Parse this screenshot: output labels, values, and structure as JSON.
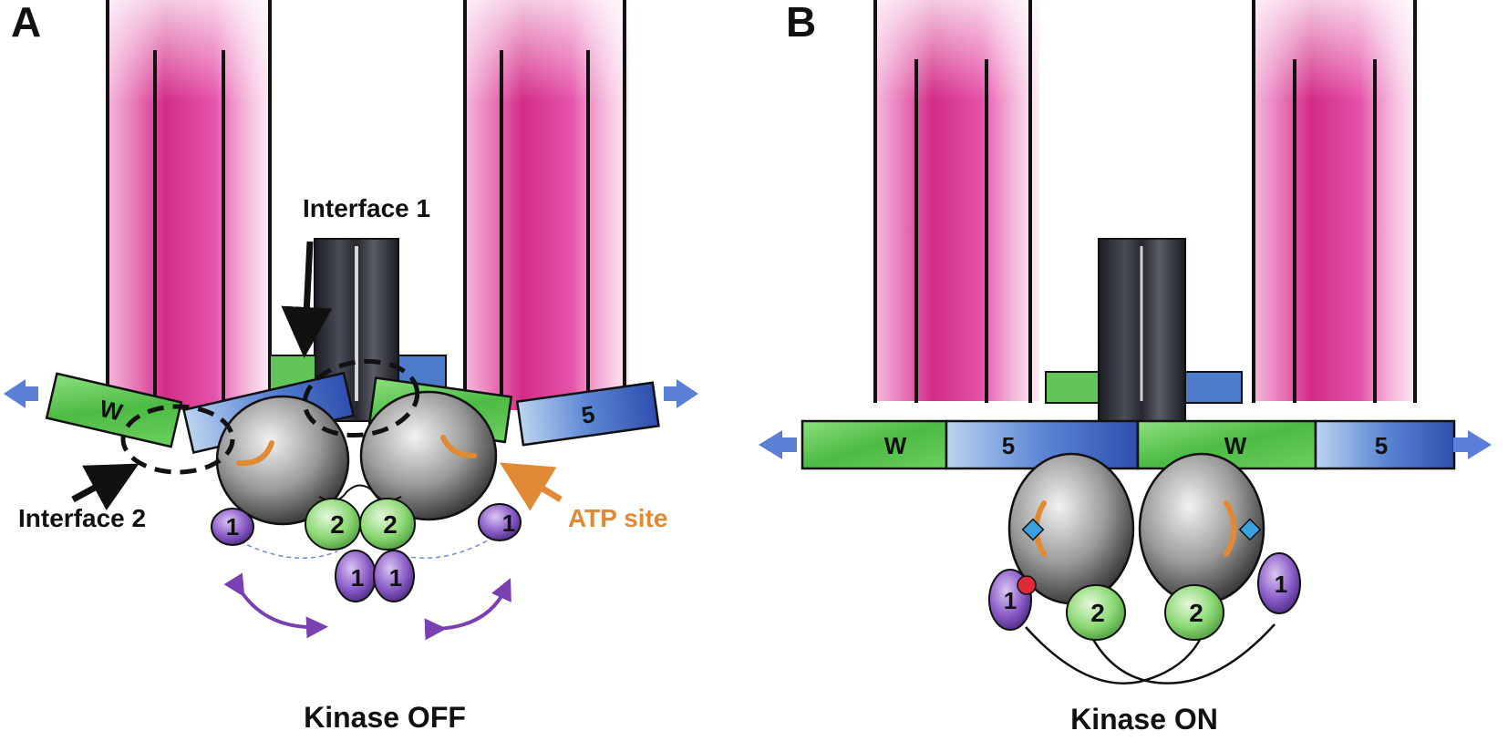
{
  "panels": [
    {
      "letter": "A",
      "caption": "Kinase OFF",
      "bar_labels": [
        "W",
        "5",
        "W",
        "5"
      ],
      "lobe_labels": [
        "1",
        "2",
        "2",
        "1",
        "1",
        "1"
      ],
      "annotations": {
        "interface1": "Interface 1",
        "interface2": "Interface 2",
        "atp_site": "ATP site"
      }
    },
    {
      "letter": "B",
      "caption": "Kinase ON",
      "bar_labels": [
        "W",
        "5",
        "W",
        "5"
      ],
      "lobe_labels": [
        "1",
        "2",
        "2",
        "1"
      ]
    }
  ],
  "colors": {
    "membrane": "#e0349a",
    "w_domain": "#5fc455",
    "five_domain": "#4f7fd0",
    "kinase_lobe": "#8e8e8e",
    "purple_lobe": "#7a4fb8",
    "green_lobe": "#7fd06a",
    "arrow_blue": "#5b7fd8",
    "atp_orange": "#e08a36",
    "purple_arrow": "#7a3fb0",
    "phospho_red": "#e02a3a",
    "diamond_blue": "#3aa0e0"
  }
}
